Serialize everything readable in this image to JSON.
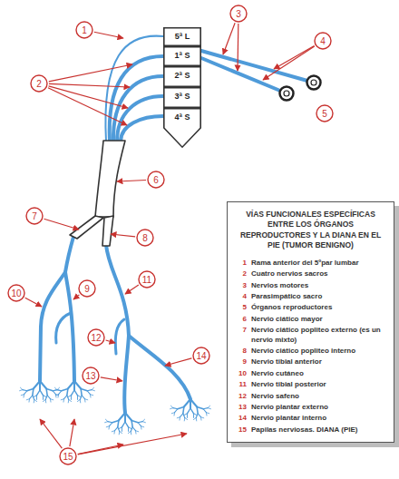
{
  "diagram": {
    "nodes": [
      {
        "text": [
          "5ª L"
        ]
      },
      {
        "text": [
          "1ª S"
        ]
      },
      {
        "text": [
          "2ª S"
        ]
      },
      {
        "text": [
          "3ª S"
        ]
      },
      {
        "text": [
          "4ª S"
        ]
      },
      {
        "text": [
          "VÍAS FUNCIONALES ESPECÍFICAS ENTRE LOS ÓRGANOS REPRODUCTORES Y LA DIANA EN EL PIE (TUMOR BENIGNO)",
          "1",
          "Rama anterior del 5ºpar lumbar",
          "2",
          "Cuatro nervios sacros",
          "3",
          "Nervios motores",
          "4",
          "Parasimpático sacro",
          "5",
          "Órganos reproductores",
          "6",
          "Nervio ciático mayor",
          "7",
          "Nervio ciático popliteo externo (es un nervio mixto)",
          "8",
          "Nervio ciático popliteo interno",
          "9",
          "Nervio tibial anterior",
          "10",
          "Nervio cutáneo",
          "11",
          "Nervio tibial posterior",
          "12",
          "Nervio safeno",
          "13",
          "Nervio plantar externo",
          "14",
          "Nervio plantar interno",
          "15",
          "Papilas nerviosas. DIANA (PIE)"
        ]
      }
    ],
    "labels": [
      "1",
      "2",
      "3",
      "4",
      "5",
      "6",
      "7",
      "8",
      "9",
      "10",
      "11",
      "12",
      "13",
      "14",
      "15"
    ]
  }
}
